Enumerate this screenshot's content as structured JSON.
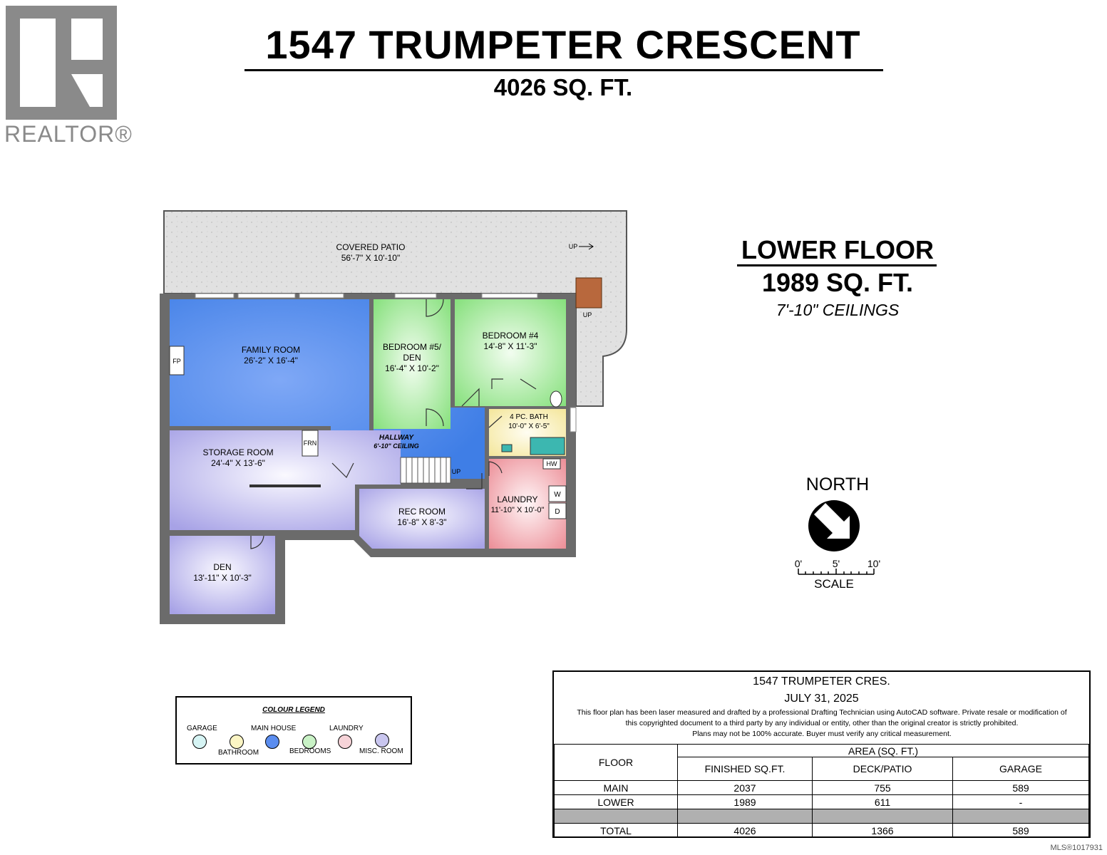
{
  "logo": {
    "text": "REALTOR®"
  },
  "header": {
    "title": "1547 TRUMPETER CRESCENT",
    "total_area": "4026 SQ. FT."
  },
  "floor": {
    "name": "LOWER FLOOR",
    "area": "1989 SQ. FT.",
    "ceilings": "7'-10\" CEILINGS"
  },
  "rooms": {
    "covered_patio": {
      "name": "COVERED PATIO",
      "dim": "56'-7\" X 10'-10\""
    },
    "family_room": {
      "name": "FAMILY ROOM",
      "dim": "26'-2\" X 16'-4\""
    },
    "bedroom5": {
      "name": "BEDROOM #5/",
      "name2": "DEN",
      "dim": "16'-4\" X 10'-2\""
    },
    "bedroom4": {
      "name": "BEDROOM #4",
      "dim": "14'-8\" X 11'-3\""
    },
    "bath": {
      "name": "4 PC. BATH",
      "dim": "10'-0\" X 6'-5\""
    },
    "hallway": {
      "name": "HALLWAY",
      "dim": "6'-10\" CEILING"
    },
    "storage": {
      "name": "STORAGE ROOM",
      "dim": "24'-4\" X 13'-6\""
    },
    "rec": {
      "name": "REC ROOM",
      "dim": "16'-8\" X 8'-3\""
    },
    "laundry": {
      "name": "LAUNDRY",
      "dim": "11'-10\" X 10'-0\""
    },
    "den": {
      "name": "DEN",
      "dim": "13'-11\" X 10'-3\""
    }
  },
  "fixtures": {
    "fp": "FP",
    "frn": "FRN",
    "hw": "HW",
    "w": "W",
    "d": "D",
    "up1": "UP",
    "up2": "UP",
    "up3": "UP"
  },
  "compass": {
    "label": "NORTH",
    "scale_label": "SCALE",
    "ticks": [
      "0'",
      "5'",
      "10'"
    ]
  },
  "legend": {
    "title": "COLOUR LEGEND",
    "items": [
      {
        "label": "GARAGE",
        "color": "#d6f4f4"
      },
      {
        "label": "BATHROOM",
        "color": "#fbf5c4"
      },
      {
        "label": "MAIN HOUSE",
        "color": "#5b8def"
      },
      {
        "label": "BEDROOMS",
        "color": "#c9f2c6"
      },
      {
        "label": "LAUNDRY",
        "color": "#f6d3d8"
      },
      {
        "label": "MISC. ROOM",
        "color": "#c9c6ef"
      }
    ]
  },
  "info": {
    "name": "1547 TRUMPETER CRES.",
    "date": "JULY 31, 2025",
    "disclaimer1": "This floor plan has been laser measured and drafted by a professional Drafting Technician using AutoCAD software. Private resale or modification of",
    "disclaimer2": "this copyrighted document to a third party by any individual or entity, other than the original creator is strictly prohibited.",
    "disclaimer3": "Plans may not be 100% accurate.  Buyer must verify any critical measurement.",
    "col_floor": "FLOOR",
    "col_area": "AREA (SQ. FT.)",
    "col_finished": "FINISHED SQ.FT.",
    "col_deck": "DECK/PATIO",
    "col_garage": "GARAGE",
    "rows": [
      {
        "floor": "MAIN",
        "finished": "2037",
        "deck": "755",
        "garage": "589"
      },
      {
        "floor": "LOWER",
        "finished": "1989",
        "deck": "611",
        "garage": "-"
      }
    ],
    "total": {
      "floor": "TOTAL",
      "finished": "4026",
      "deck": "1366",
      "garage": "589"
    }
  },
  "mls": "MLS®1017931"
}
